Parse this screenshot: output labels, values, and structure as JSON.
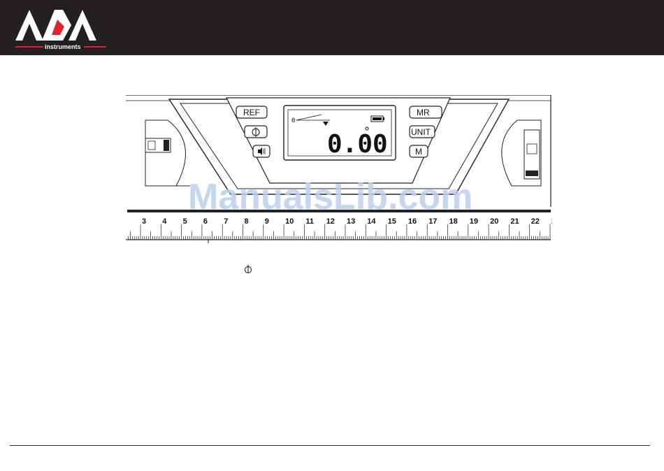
{
  "header": {
    "brand_letters": "ADA",
    "brand_sub": "instruments"
  },
  "device": {
    "buttons": {
      "ref": "REF",
      "mr": "MR",
      "unit": "UNIT",
      "m": "M"
    },
    "lcd": {
      "reading": "0.00",
      "zero_marker": "0"
    },
    "ruler_numbers": [
      "3",
      "4",
      "5",
      "6",
      "7",
      "8",
      "9",
      "10",
      "11",
      "12",
      "13",
      "14",
      "15",
      "16",
      "17",
      "18",
      "19",
      "20",
      "21",
      "22",
      "2"
    ]
  },
  "watermark": "ManualsLib.com",
  "icons": {
    "power": "power-icon",
    "sound": "sound-icon",
    "battery": "battery-icon"
  }
}
